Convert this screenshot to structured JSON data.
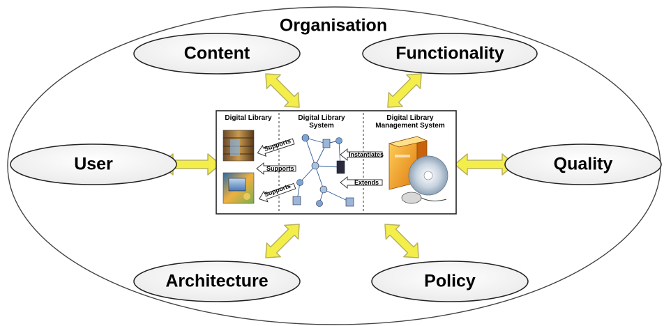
{
  "title": "Organisation",
  "concepts": {
    "content": "Content",
    "functionality": "Functionality",
    "user": "User",
    "quality": "Quality",
    "architecture": "Architecture",
    "policy": "Policy"
  },
  "panel": {
    "digital_library": "Digital Library",
    "dl_system_line1": "Digital Library",
    "dl_system_line2": "System",
    "dlms_line1": "Digital Library",
    "dlms_line2": "Management System"
  },
  "relations": {
    "supports": "Supports",
    "instantiates": "Instantiates",
    "extends": "Extends"
  },
  "colors": {
    "arrow_fill": "#f4ee4a",
    "arrow_stroke": "#b8b060",
    "outline": "#333333"
  }
}
